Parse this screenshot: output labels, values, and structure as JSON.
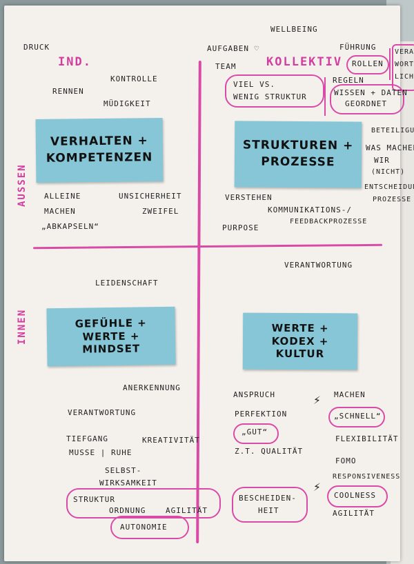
{
  "labels": {
    "ind": "IND.",
    "kollektiv": "KOLLEKTIV",
    "aussen": "AUSSEN",
    "innen": "INNEN"
  },
  "notes": {
    "top_left": [
      "VERHALTEN +",
      "KOMPETENZEN"
    ],
    "top_right": [
      "STRUKTUREN +",
      "PROZESSE"
    ],
    "bottom_left": [
      "GEFÜHLE +",
      "WERTE +",
      "MINDSET"
    ],
    "bottom_right": [
      "WERTE +",
      "KODEX +",
      "KULTUR"
    ]
  },
  "words": {
    "druck": "DRUCK",
    "kontrolle": "KONTROLLE",
    "rennen": "RENNEN",
    "muedigkeit": "MÜDIGKEIT",
    "alleine": "ALLEINE",
    "machen": "MACHEN",
    "abkapseln": "„ABKAPSELN“",
    "unsicherheit": "UNSICHERHEIT",
    "zweifel": "ZWEIFEL",
    "wellbeing": "WELLBEING",
    "aufgaben": "AUFGABEN ♡",
    "team": "TEAM",
    "fuehrung": "FÜHRUNG",
    "rollen": "ROLLEN",
    "verantw_side": "VERA.",
    "wort": "WORT",
    "lich": "LICH",
    "viel_vs": "VIEL VS.",
    "wenig_struktur": "WENIG STRUKTUR",
    "regeln": "REGELN",
    "wissen_daten": "WISSEN + DATEN",
    "geordnet": "GEORDNET",
    "beteiligung": "BETEILIGUNG",
    "was_machen": "WAS MACHEN",
    "wir": "WIR",
    "nicht": "(NICHT)",
    "entscheidung": "ENTSCHEIDUNG",
    "prozesse_small": "PROZESSE",
    "verstehen": "VERSTEHEN",
    "kommunikation": "KOMMUNIKATIONS-/",
    "feedback": "FEEDBACKPROZESSE",
    "purpose": "PURPOSE",
    "verantwortung_r": "VERANTWORTUNG",
    "leidenschaft": "LEIDENSCHAFT",
    "anerkennung": "ANERKENNUNG",
    "verantwortung_l": "VERANTWORTUNG",
    "tiefgang": "TIEFGANG",
    "kreativitaet": "KREATIVITÄT",
    "musse_ruhe": "MUßE | RUHE",
    "selbst": "SELBST-",
    "wirksamkeit": "WIRKSAMKEIT",
    "struktur": "STRUKTUR",
    "ordnung": "ORDNUNG",
    "agilitaet_l": "AGILITÄT",
    "autonomie": "AUTONOMIE",
    "anspruch": "ANSPRUCH",
    "perfektion": "PERFEKTION",
    "gut": "„GUT“",
    "qualitaet": "Z.T. QUALITÄT",
    "bescheidenheit": "BESCHEIDEN-",
    "heit": "HEIT",
    "machen_r": "MACHEN",
    "schnell": "„SCHNELL“",
    "flexibilitaet": "FLEXIBILITÄT",
    "fomo": "FOMO",
    "responsiveness": "RESPONSIVENESS",
    "coolness": "COOLNESS",
    "agilitaet_r": "AGILITÄT",
    "lightning1": "⚡",
    "lightning2": "⚡"
  },
  "colors": {
    "marker_pink": "#d94aa7",
    "sticky_blue": "#86c6d6",
    "paper": "#f4f1ec"
  }
}
